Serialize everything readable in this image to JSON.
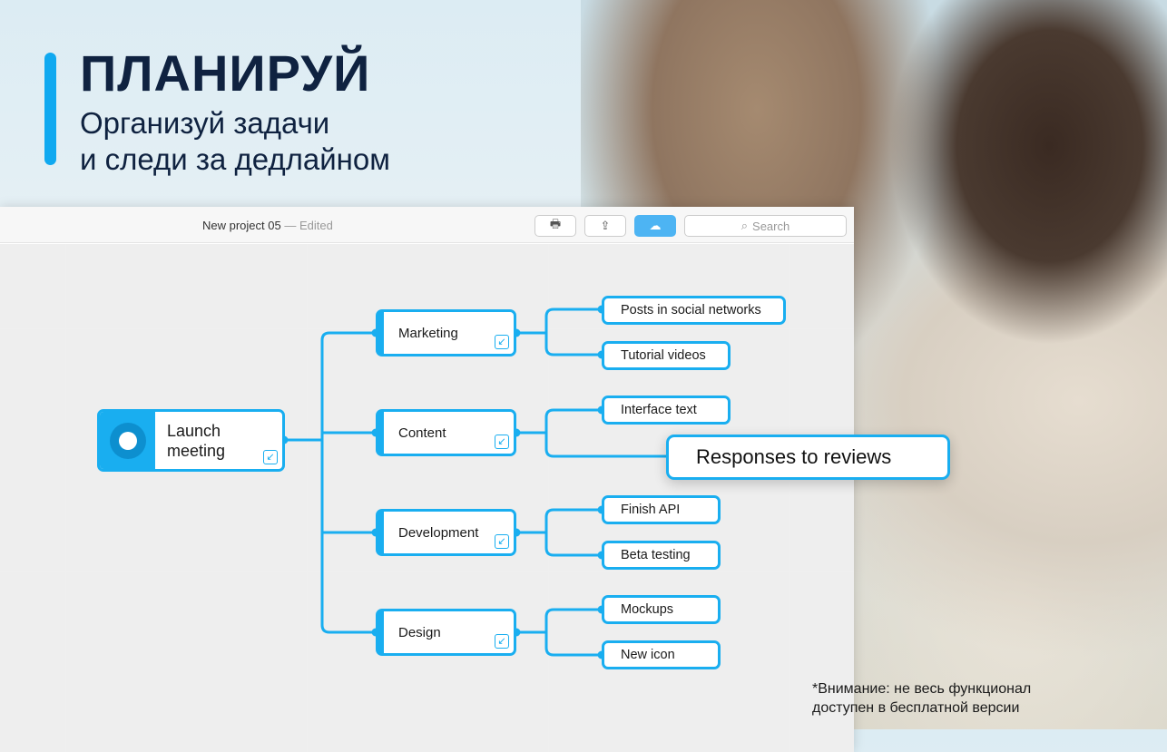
{
  "hero": {
    "title": "ПЛАНИРУЙ",
    "subtitle_line1": "Организуй задачи",
    "subtitle_line2": "и следи за дедлайном"
  },
  "window": {
    "title": "New project 05",
    "status": "— Edited",
    "search_placeholder": "Search",
    "buttons": {
      "print": "print-icon",
      "share": "share-icon",
      "cloud": "cloud-upload-icon"
    }
  },
  "mindmap": {
    "root": "Launch meeting",
    "branches": [
      {
        "label": "Marketing",
        "children": [
          "Posts in social networks",
          "Tutorial videos"
        ]
      },
      {
        "label": "Content",
        "children": [
          "Interface text",
          "Responses to reviews"
        ]
      },
      {
        "label": "Development",
        "children": [
          "Finish API",
          "Beta testing"
        ]
      },
      {
        "label": "Design",
        "children": [
          "Mockups",
          "New icon"
        ]
      }
    ]
  },
  "footnote": {
    "line1": "*Внимание: не весь функционал",
    "line2": "доступен в бесплатной версии"
  },
  "colors": {
    "accent": "#19aef0",
    "title": "#0f2240"
  }
}
